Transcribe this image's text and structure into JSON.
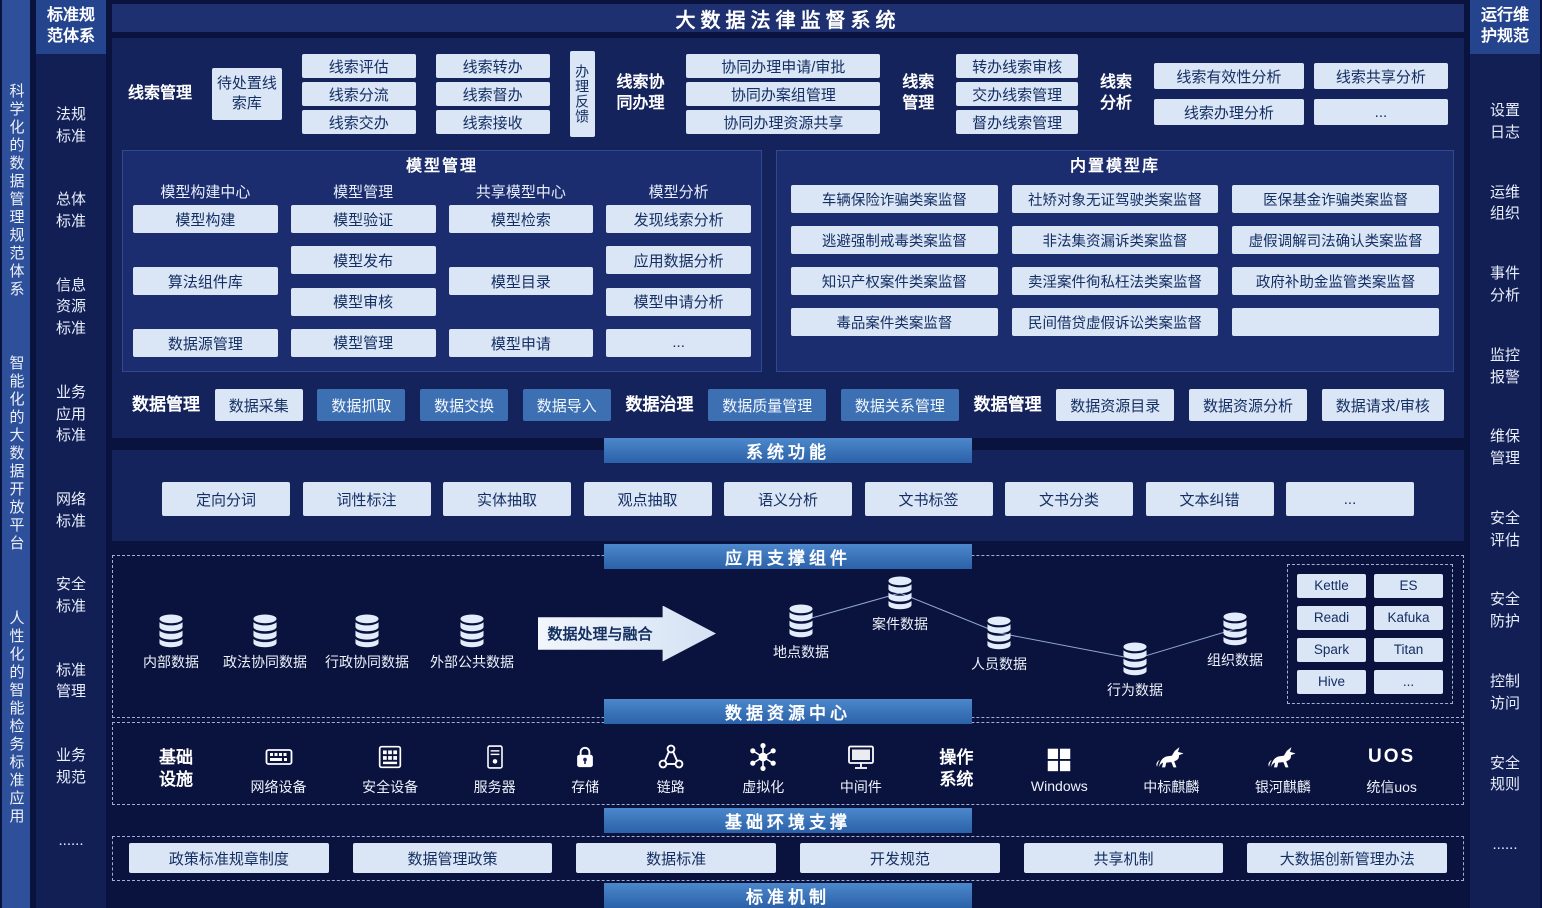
{
  "colors": {
    "page_bg": "#0a123e",
    "panel": "#15235c",
    "light_box": "#dae5f5",
    "blue_box": "#3d70b2",
    "header_bar": "#3173ba"
  },
  "left_strip": {
    "phrases": [
      "科学化的数据管理规范体系",
      "智能化的大数据开放平台",
      "人性化的智能检务标准应用"
    ]
  },
  "left_sidebar": {
    "title": "标准规范体系",
    "items": [
      "法规标准",
      "总体标准",
      "信息资源标准",
      "业务应用标准",
      "网络标准",
      "安全标准",
      "标准管理",
      "业务规范",
      "......"
    ]
  },
  "right_sidebar": {
    "title": "运行维护规范",
    "items": [
      "设置日志",
      "运维组织",
      "事件分析",
      "监控报警",
      "维保管理",
      "安全评估",
      "安全防护",
      "控制访问",
      "安全规则",
      "......"
    ]
  },
  "header": {
    "title": "大数据法律监督系统"
  },
  "clue": {
    "manage_label": "线索管理",
    "pending": "待处置线索库",
    "col1": [
      "线索评估",
      "线索分流",
      "线索交办"
    ],
    "col2": [
      "线索转办",
      "线索督办",
      "线索接收"
    ],
    "feedback": "办理反馈",
    "collab_label": "线索协同办理",
    "collab": [
      "协同办理申请/审批",
      "协同办案组管理",
      "协同办理资源共享"
    ],
    "manage2_label": "线索管理",
    "manage2": [
      "转办线索审核",
      "交办线索管理",
      "督办线索管理"
    ],
    "analysis_label": "线索分析",
    "analysis": [
      "线索有效性分析",
      "线索共享分析",
      "线索办理分析",
      "..."
    ]
  },
  "model": {
    "title": "模型管理",
    "col_headers": [
      "模型构建中心",
      "模型管理",
      "共享模型中心",
      "模型分析"
    ],
    "col1": [
      "模型构建",
      "算法组件库",
      "数据源管理"
    ],
    "col2": [
      "模型验证",
      "模型发布",
      "模型审核",
      "模型管理"
    ],
    "col3": [
      "模型检索",
      "模型目录",
      "模型申请"
    ],
    "col4": [
      "发现线索分析",
      "应用数据分析",
      "模型申请分析",
      "..."
    ]
  },
  "model_library": {
    "title": "内置模型库",
    "cells": [
      "车辆保险诈骗类案监督",
      "社矫对象无证驾驶类案监督",
      "医保基金诈骗类案监督",
      "逃避强制戒毒类案监督",
      "非法集资漏诉类案监督",
      "虚假调解司法确认类案监督",
      "知识产权案件类案监督",
      "卖淫案件徇私枉法类案监督",
      "政府补助金监管类案监督",
      "毒品案件类案监督",
      "民间借贷虚假诉讼类案监督",
      ""
    ]
  },
  "data_mgmt": {
    "label1": "数据管理",
    "collect": "数据采集",
    "grab": "数据抓取",
    "exchange": "数据交换",
    "import": "数据导入",
    "label2": "数据治理",
    "quality": "数据质量管理",
    "relation": "数据关系管理",
    "label3": "数据管理",
    "catalog": "数据资源目录",
    "analysis": "数据资源分析",
    "request": "数据请求/审核"
  },
  "system_functions": {
    "title": "系统功能",
    "items": [
      "定向分词",
      "词性标注",
      "实体抽取",
      "观点抽取",
      "语义分析",
      "文书标签",
      "文书分类",
      "文本纠错",
      "..."
    ]
  },
  "app_support": {
    "title": "应用支撑组件",
    "sources": [
      "内部数据",
      "政法协同数据",
      "行政协同数据",
      "外部公共数据"
    ],
    "arrow_label": "数据处理与融合",
    "nodes": [
      "案件数据",
      "地点数据",
      "人员数据",
      "行为数据",
      "组织数据"
    ],
    "components": [
      "Kettle",
      "ES",
      "Readi",
      "Kafuka",
      "Spark",
      "Titan",
      "Hive",
      "..."
    ],
    "node_icon": "database-cylinder"
  },
  "data_center": {
    "title": "数据资源中心"
  },
  "infrastructure": {
    "label": "基础设施",
    "devices": [
      "网络设备",
      "安全设备",
      "服务器",
      "存储",
      "链路",
      "虚拟化",
      "中间件"
    ],
    "device_icons": [
      "keyboard",
      "keypad-device",
      "server-tower",
      "lock",
      "link-nodes",
      "network-hub",
      "monitor"
    ],
    "os_label": "操作系统",
    "windows": "Windows",
    "kylin1": "中标麒麟",
    "kylin2": "银河麒麟",
    "uos_logo": "UOS",
    "uos": "统信uos"
  },
  "env_support": {
    "title": "基础环境支撑"
  },
  "policies": {
    "items": [
      "政策标准规章制度",
      "数据管理政策",
      "数据标准",
      "开发规范",
      "共享机制",
      "大数据创新管理办法"
    ]
  },
  "mechanism": {
    "title": "标准机制"
  }
}
